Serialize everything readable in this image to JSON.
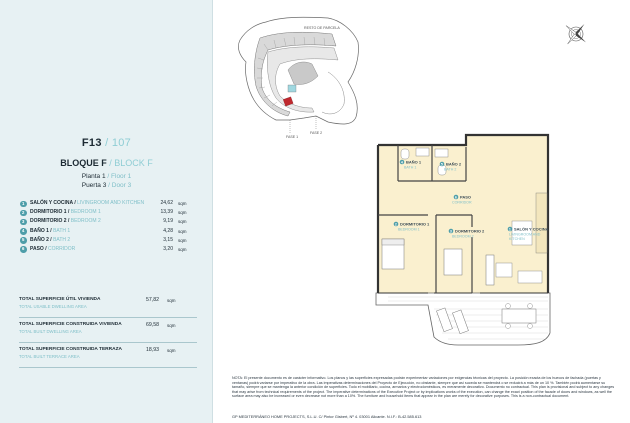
{
  "unit": {
    "code": "F13",
    "separator": " / ",
    "number": "107"
  },
  "block": {
    "label_es": "BLOQUE F",
    "label_en": "BLOCK F"
  },
  "floor": {
    "label_es": "Planta 1",
    "label_en": "Floor 1"
  },
  "door": {
    "label_es": "Puerta 3",
    "label_en": "Door 3"
  },
  "rooms": [
    {
      "num": "1",
      "name_es": "SALÓN Y COCINA",
      "name_en": "LIVINGROOM AND KITCHEN",
      "area": "24,62",
      "unit": "sqm"
    },
    {
      "num": "2",
      "name_es": "DORMITORIO 1",
      "name_en": "BEDROOM 1",
      "area": "13,39",
      "unit": "sqm"
    },
    {
      "num": "3",
      "name_es": "DORMITORIO 2",
      "name_en": "BEDROOM 2",
      "area": "9,19",
      "unit": "sqm"
    },
    {
      "num": "4",
      "name_es": "BAÑO 1",
      "name_en": "BATH 1",
      "area": "4,28",
      "unit": "sqm"
    },
    {
      "num": "5",
      "name_es": "BAÑO 2",
      "name_en": "BATH 2",
      "area": "3,15",
      "unit": "sqm"
    },
    {
      "num": "6",
      "name_es": "PASO",
      "name_en": "CORRIDOR",
      "area": "3,20",
      "unit": "sqm"
    }
  ],
  "totals": [
    {
      "label_es": "TOTAL SUPERFICIE ÚTIL VIVIENDA",
      "label_en": "TOTAL USABLE DWELLING AREA",
      "value": "57,82",
      "unit": "sqm"
    },
    {
      "label_es": "TOTAL SUPERFICIE CONSTRUIDA VIVIENDA",
      "label_en": "TOTAL BUILT DWELLING AREA",
      "value": "69,58",
      "unit": "sqm"
    },
    {
      "label_es": "TOTAL SUPERFICIE CONSTRUIDA TERRAZA",
      "label_en": "TOTAL BUILT TERRACE AREA",
      "value": "18,93",
      "unit": "sqm"
    }
  ],
  "site_map": {
    "top_label": "RESTO DE PARCELA",
    "fase1": "FASE 1",
    "fase2": "FASE 2"
  },
  "plan_labels": [
    {
      "num": "4",
      "es": "BAÑO 1",
      "en": "BATH 1"
    },
    {
      "num": "5",
      "es": "BAÑO 2",
      "en": "BATH 2"
    },
    {
      "num": "6",
      "es": "PASO",
      "en": "CORRIDOR"
    },
    {
      "num": "2",
      "es": "DORMITORIO 1",
      "en": "BEDROOM 1"
    },
    {
      "num": "3",
      "es": "DORMITORIO 2",
      "en": "BEDROOM 2"
    },
    {
      "num": "1",
      "es": "SALÓN Y COCINA",
      "en": "LIVINGROOM AND",
      "en2": "KITCHEN"
    }
  ],
  "note": {
    "es": "NOTA: El presente documento es de carácter informativo. Los planos y las superficies expresadas podrán experimentar variaciones por exigencias técnicas del proyecto. La posición exacta de los huecos de fachada (puertas y ventanas) podrá variarse por imperativo de la obra. Las imperativas determinaciones del Proyecto de Ejecución, no obstante, siempre que así suceda se mantendrá o se reducirá a más de un 10 %. También podrá aumentarse su tamaño, siempre que se mantenga la anterior condición de superficies. Todo el mobiliario, cocina, armarios y electrodomésticos, es meramente decorativo. Documento no contractual.",
    "en": "This plan is provisional and subject to any changes that may arise from technical requirements of the project. The imperative determinations of the Executive Project or by implications works of the execution, can change the exact position of the facade of doors and windows, as well the surface area may also be increased or even decrease not more than a 10%. The furniture and household items that appear in the plan are merely for decorative purposes. This is a non-contractual document."
  },
  "footer": "GP MEDITERRÁNEO HOME PROJECTS, S.L.U. C/ Pintor Gisbert, Nº 4. 03001 Alicante. N.I.F.: B-42.585.613",
  "colors": {
    "panel_bg": "#e7f1f3",
    "accent": "#8fcdd4",
    "badge": "#4e9ea9",
    "floor_fill": "#faf0cf",
    "selected_unit": "#c0292f"
  }
}
